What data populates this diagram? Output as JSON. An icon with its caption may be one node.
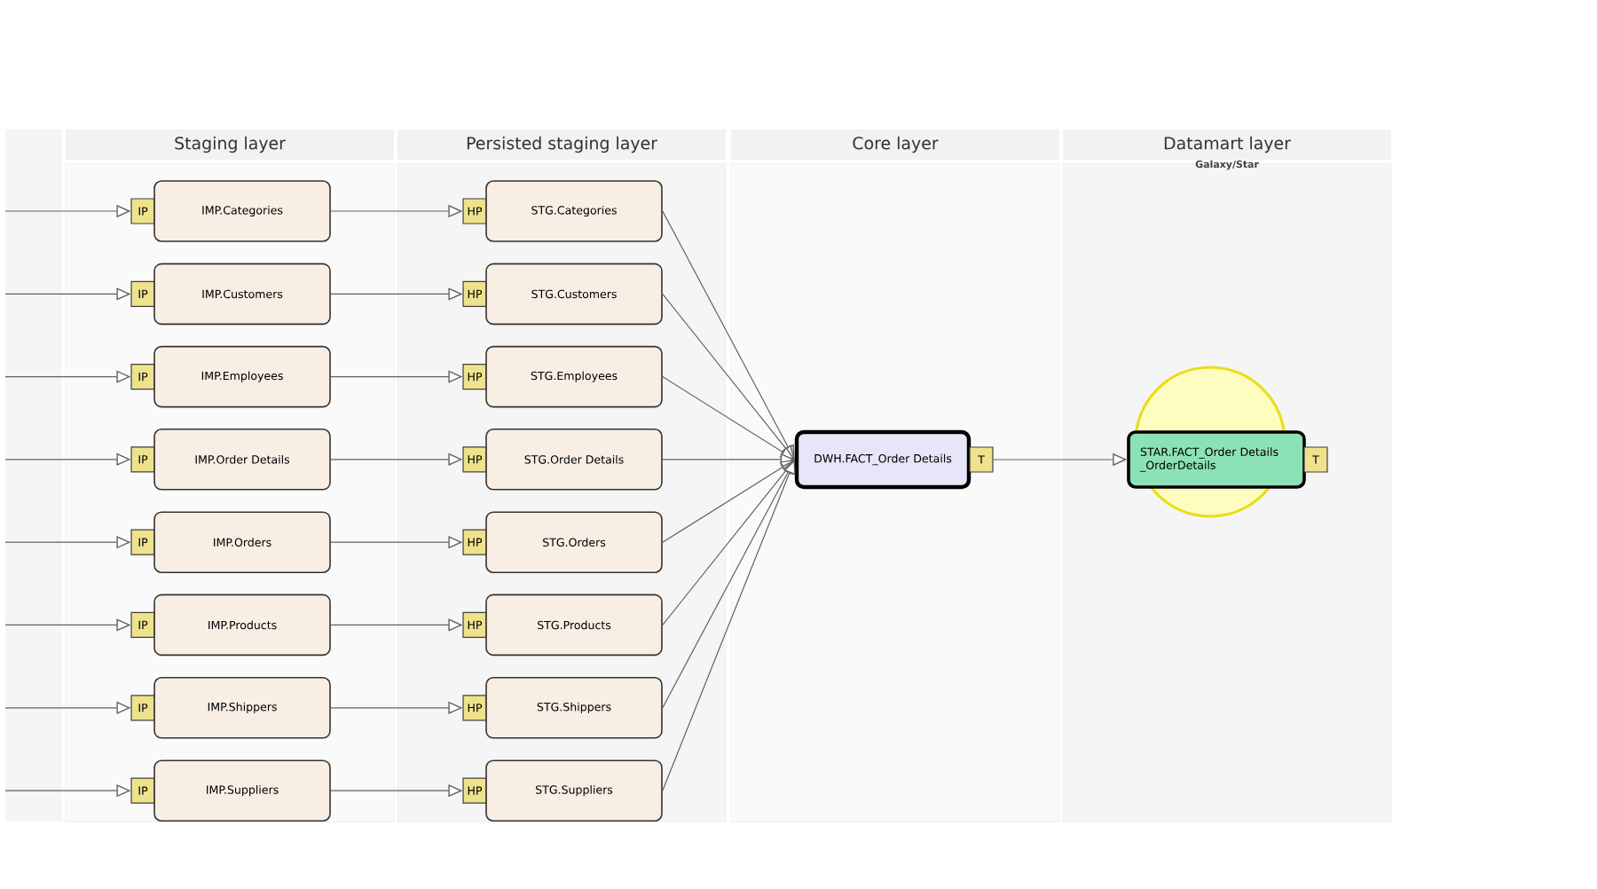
{
  "diagram": {
    "nodes": [
      {
        "text": [
          "Staging layer"
        ]
      },
      {
        "text": [
          "Persisted staging layer"
        ]
      },
      {
        "text": [
          "Core layer"
        ]
      },
      {
        "text": [
          "Datamart layer",
          "Galaxy/Star"
        ]
      },
      {
        "text": [
          "IP"
        ],
        "in": 0
      },
      {
        "text": [
          "IMP.Categories"
        ],
        "in": 0
      },
      {
        "text": [
          "IP"
        ],
        "in": 0
      },
      {
        "text": [
          "IMP.Customers"
        ],
        "in": 0
      },
      {
        "text": [
          "IP"
        ],
        "in": 0
      },
      {
        "text": [
          "IMP.Employees"
        ],
        "in": 0
      },
      {
        "text": [
          "IP"
        ],
        "in": 0
      },
      {
        "text": [
          "IMP.Order Details"
        ],
        "in": 0
      },
      {
        "text": [
          "IP"
        ],
        "in": 0
      },
      {
        "text": [
          "IMP.Orders"
        ],
        "in": 0
      },
      {
        "text": [
          "IP"
        ],
        "in": 0
      },
      {
        "text": [
          "IMP.Products"
        ],
        "in": 0
      },
      {
        "text": [
          "IP"
        ],
        "in": 0
      },
      {
        "text": [
          "IMP.Shippers"
        ],
        "in": 0
      },
      {
        "text": [
          "IP"
        ],
        "in": 0
      },
      {
        "text": [
          "IMP.Suppliers"
        ],
        "in": 0
      },
      {
        "text": [
          "HP"
        ],
        "in": 1
      },
      {
        "text": [
          "STG.Categories"
        ],
        "in": 1
      },
      {
        "text": [
          "HP"
        ],
        "in": 1
      },
      {
        "text": [
          "STG.Customers"
        ],
        "in": 1
      },
      {
        "text": [
          "HP"
        ],
        "in": 1
      },
      {
        "text": [
          "STG.Employees"
        ],
        "in": 1
      },
      {
        "text": [
          "HP"
        ],
        "in": 1
      },
      {
        "text": [
          "STG.Order Details"
        ],
        "in": 1
      },
      {
        "text": [
          "HP"
        ],
        "in": 1
      },
      {
        "text": [
          "STG.Orders"
        ],
        "in": 1
      },
      {
        "text": [
          "HP"
        ],
        "in": 1
      },
      {
        "text": [
          "STG.Products"
        ],
        "in": 1
      },
      {
        "text": [
          "HP"
        ],
        "in": 1
      },
      {
        "text": [
          "STG.Shippers"
        ],
        "in": 1
      },
      {
        "text": [
          "HP"
        ],
        "in": 1
      },
      {
        "text": [
          "STG.Suppliers"
        ],
        "in": 1
      },
      {
        "text": [
          "DWH.FACT_Order Details"
        ],
        "in": 2
      },
      {
        "text": [
          "T"
        ],
        "in": 2
      },
      {
        "text": [
          "STAR.FACT_Order Details _OrderDetails"
        ],
        "in": 3
      },
      {
        "text": [
          "T"
        ],
        "in": 3
      }
    ],
    "edges": [
      {
        "from": null,
        "to": 4,
        "arrow": "to"
      },
      {
        "from": null,
        "to": 6,
        "arrow": "to"
      },
      {
        "from": null,
        "to": 8,
        "arrow": "to"
      },
      {
        "from": null,
        "to": 10,
        "arrow": "to"
      },
      {
        "from": null,
        "to": 12,
        "arrow": "to"
      },
      {
        "from": null,
        "to": 14,
        "arrow": "to"
      },
      {
        "from": null,
        "to": 16,
        "arrow": "to"
      },
      {
        "from": null,
        "to": 18,
        "arrow": "to"
      },
      {
        "from": 5,
        "to": 20,
        "arrow": "to"
      },
      {
        "from": 7,
        "to": 22,
        "arrow": "to"
      },
      {
        "from": 9,
        "to": 24,
        "arrow": "to"
      },
      {
        "from": 11,
        "to": 26,
        "arrow": "to"
      },
      {
        "from": 13,
        "to": 28,
        "arrow": "to"
      },
      {
        "from": 15,
        "to": 30,
        "arrow": "to"
      },
      {
        "from": 17,
        "to": 32,
        "arrow": "to"
      },
      {
        "from": 19,
        "to": 34,
        "arrow": "to"
      },
      {
        "from": 21,
        "to": 36,
        "arrow": "to"
      },
      {
        "from": 23,
        "to": 36,
        "arrow": "to"
      },
      {
        "from": 25,
        "to": 36,
        "arrow": "to"
      },
      {
        "from": 27,
        "to": 36,
        "arrow": "to"
      },
      {
        "from": 29,
        "to": 36,
        "arrow": "to"
      },
      {
        "from": 31,
        "to": 36,
        "arrow": "to"
      },
      {
        "from": 33,
        "to": 36,
        "arrow": "to"
      },
      {
        "from": 35,
        "to": 36,
        "arrow": "to"
      },
      {
        "from": 37,
        "to": 38,
        "arrow": "to"
      }
    ]
  }
}
